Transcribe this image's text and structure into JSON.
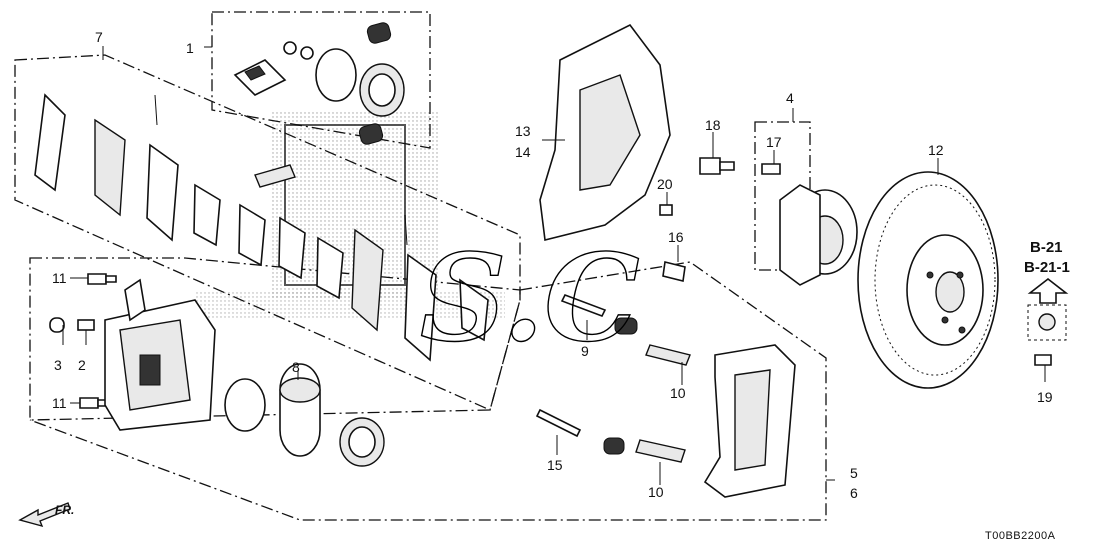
{
  "diagram": {
    "front_indicator": "FR.",
    "drawing_code": "T00BB2200A",
    "watermark": "S.C",
    "reference_pages": [
      "B-21",
      "B-21-1"
    ],
    "callouts": [
      {
        "id": "c1",
        "label": "1"
      },
      {
        "id": "c2",
        "label": "2"
      },
      {
        "id": "c3",
        "label": "3"
      },
      {
        "id": "c4",
        "label": "4"
      },
      {
        "id": "c5",
        "label": "5"
      },
      {
        "id": "c6",
        "label": "6"
      },
      {
        "id": "c7",
        "label": "7"
      },
      {
        "id": "c8",
        "label": "8"
      },
      {
        "id": "c9",
        "label": "9"
      },
      {
        "id": "c10a",
        "label": "10"
      },
      {
        "id": "c10b",
        "label": "10"
      },
      {
        "id": "c11a",
        "label": "11"
      },
      {
        "id": "c11b",
        "label": "11"
      },
      {
        "id": "c12",
        "label": "12"
      },
      {
        "id": "c13",
        "label": "13"
      },
      {
        "id": "c14",
        "label": "14"
      },
      {
        "id": "c15",
        "label": "15"
      },
      {
        "id": "c16",
        "label": "16"
      },
      {
        "id": "c17",
        "label": "17"
      },
      {
        "id": "c18",
        "label": "18"
      },
      {
        "id": "c19",
        "label": "19"
      },
      {
        "id": "c20",
        "label": "20"
      }
    ]
  }
}
